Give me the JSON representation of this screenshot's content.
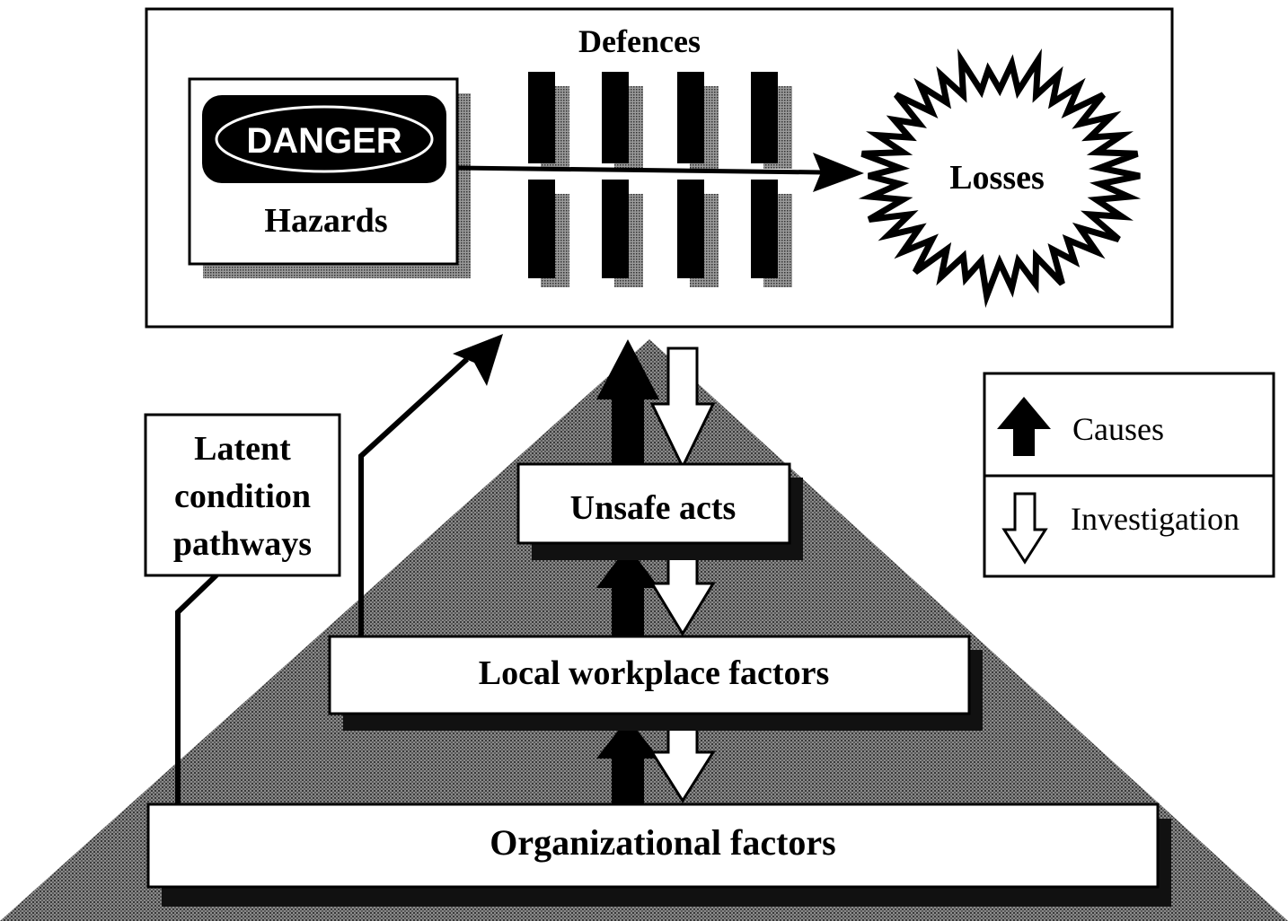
{
  "top_panel": {
    "defences_label": "Defences",
    "danger_label": "DANGER",
    "hazards_label": "Hazards",
    "losses_label": "Losses"
  },
  "latent": {
    "line1": "Latent",
    "line2": "condition",
    "line3": "pathways"
  },
  "levels": {
    "unsafe_acts": "Unsafe acts",
    "local_workplace": "Local workplace factors",
    "organizational": "Organizational factors"
  },
  "legend": {
    "causes": "Causes",
    "investigation": "Investigation"
  },
  "colors": {
    "ink": "#000000",
    "pyramid": "#6e6e6e",
    "shadow": "#555555",
    "paper": "#ffffff"
  }
}
